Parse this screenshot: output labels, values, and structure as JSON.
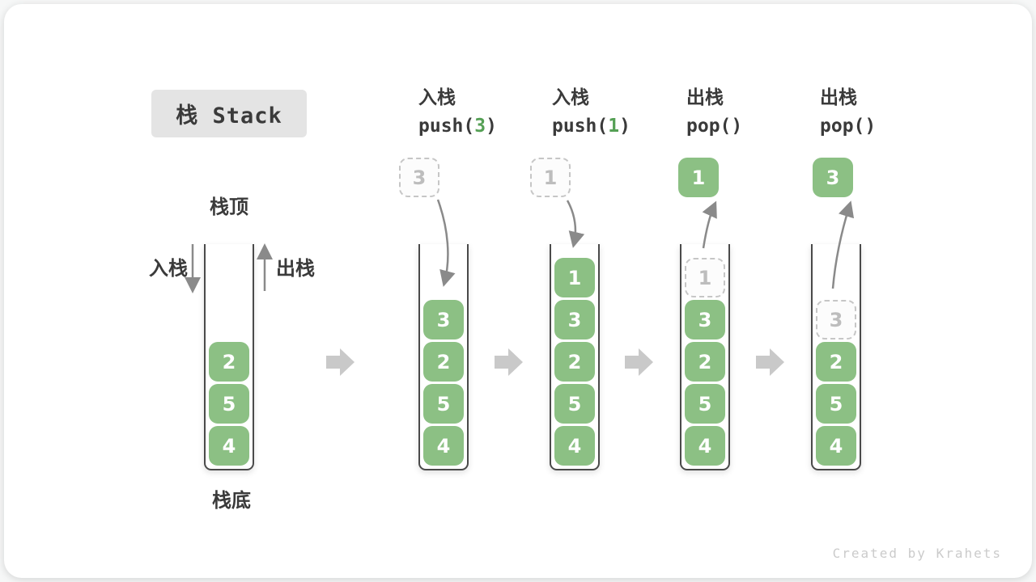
{
  "title": "栈 Stack",
  "side_labels": {
    "stack_top": "栈顶",
    "stack_bottom": "栈底",
    "push": "入栈",
    "pop": "出栈"
  },
  "operations": [
    {
      "action": "入栈",
      "fn": "push(",
      "arg": "3",
      "close": ")"
    },
    {
      "action": "入栈",
      "fn": "push(",
      "arg": "1",
      "close": ")"
    },
    {
      "action": "出栈",
      "fn": "pop(",
      "arg": "",
      "close": ")"
    },
    {
      "action": "出栈",
      "fn": "pop(",
      "arg": "",
      "close": ")"
    }
  ],
  "stacks": [
    {
      "cells": [
        "2",
        "5",
        "4"
      ],
      "ghost": null,
      "float": null
    },
    {
      "cells": [
        "3",
        "2",
        "5",
        "4"
      ],
      "ghost": null,
      "float": {
        "style": "dashed",
        "value": "3"
      }
    },
    {
      "cells": [
        "1",
        "3",
        "2",
        "5",
        "4"
      ],
      "ghost": null,
      "float": {
        "style": "dashed",
        "value": "1"
      }
    },
    {
      "cells": [
        "3",
        "2",
        "5",
        "4"
      ],
      "ghost": "1",
      "float": {
        "style": "solid",
        "value": "1"
      }
    },
    {
      "cells": [
        "2",
        "5",
        "4"
      ],
      "ghost": "3",
      "float": {
        "style": "solid",
        "value": "3"
      }
    }
  ],
  "watermark": "Created by Krahets",
  "colors": {
    "cell_green": "#8cc084",
    "code_arg_green": "#55a055",
    "flow_arrow_gray": "#8a8a8a",
    "chevron_gray": "#c9c9c9",
    "ghost_border": "#c6c6c6",
    "ghost_text": "#bdbdbd",
    "title_bg": "#e4e4e4",
    "text_dark": "#3a3a3a"
  }
}
